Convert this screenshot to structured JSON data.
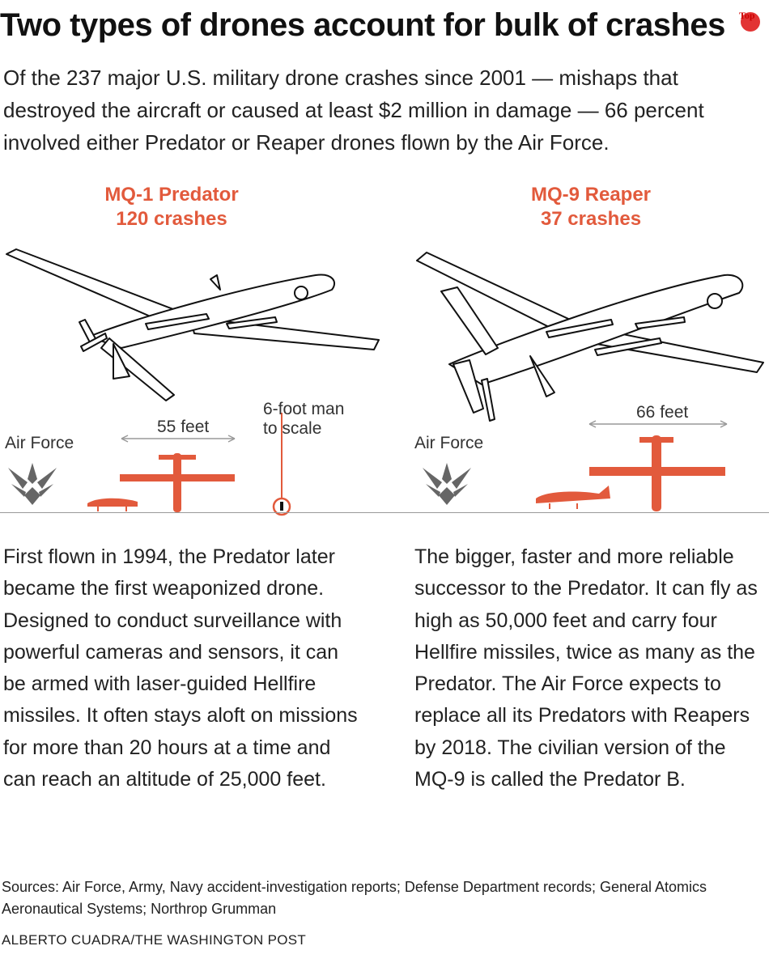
{
  "headline": "Two types of drones account for bulk of crashes",
  "dek": "Of the 237 major U.S. military drone crashes since 2001 — mishaps that destroyed the aircraft or caused at least $2 million in damage — 66 percent involved either Predator or Reaper drones flown by the Air Force.",
  "predator": {
    "name": "MQ-1 Predator",
    "crashes": "120 crashes",
    "wingspan_label": "55 feet",
    "air_force_label": "Air Force",
    "man_label_1": "6-foot man",
    "man_label_2": "to scale",
    "description": "First flown in 1994, the Predator later became the first weaponized drone. Designed to conduct surveillance with powerful cameras and sensors, it can be armed with laser-guided Hellfire missiles. It often stays aloft on missions for more than 20 hours at a time and can reach an altitude of 25,000 feet."
  },
  "reaper": {
    "name": "MQ-9 Reaper",
    "crashes": "37 crashes",
    "wingspan_label": "66 feet",
    "air_force_label": "Air Force",
    "description": "The bigger, faster and more reliable successor to the Predator. It can fly as high as 50,000 feet and carry four Hellfire missiles, twice as many as the Predator. The Air Force expects to replace all its Predators with Reapers by 2018. The civilian version of the MQ-9 is called the Predator B."
  },
  "sources": "Sources: Air Force, Army, Navy accident-investigation reports; Defense Department records; General Atomics Aeronautical Systems; Northrop Grumman",
  "credit": "ALBERTO CUADRA/THE WASHINGTON POST",
  "colors": {
    "accent": "#e25a3c",
    "air_force_gray": "#666666",
    "line": "#999999"
  },
  "icons": [
    "air-force-icon",
    "predator-drone-icon",
    "reaper-drone-icon",
    "man-icon",
    "logo-icon"
  ]
}
